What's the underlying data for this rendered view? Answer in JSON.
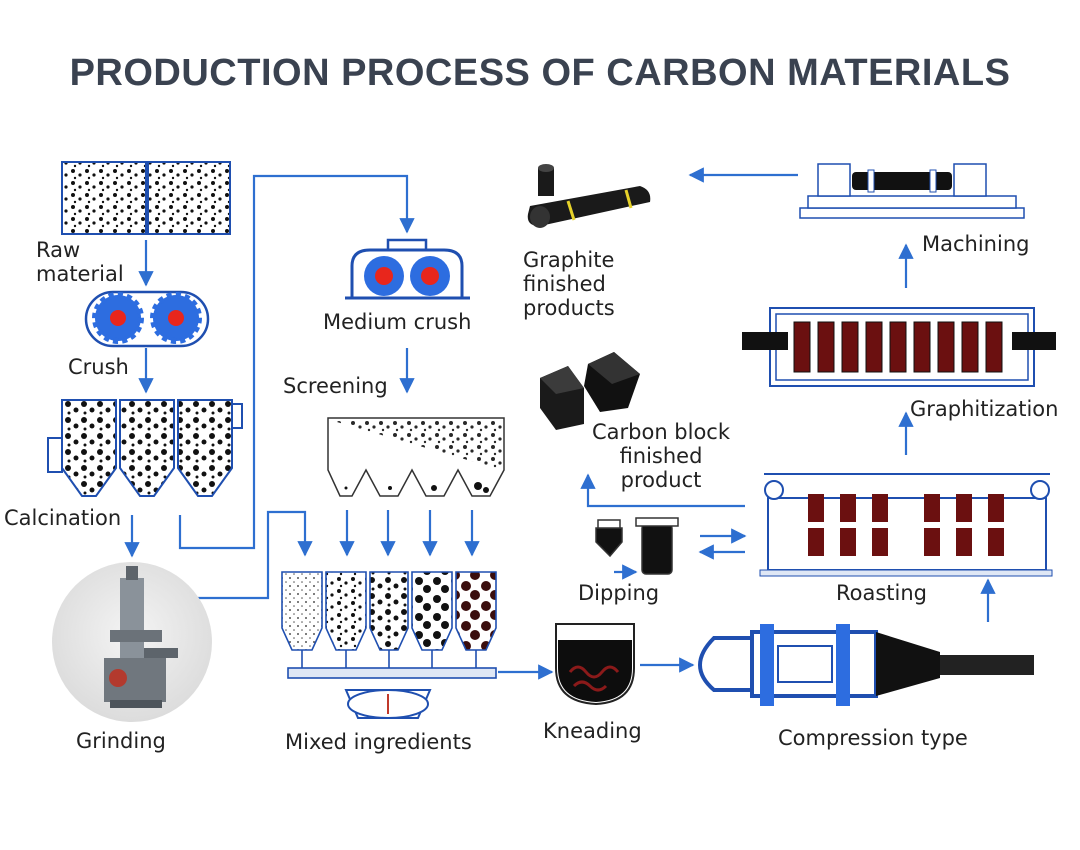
{
  "title": "PRODUCTION PROCESS OF CARBON MATERIALS",
  "colors": {
    "flow_line": "#2e6fd0",
    "equipment_outline": "#1f4fb0",
    "roller_fill": "#e8261c",
    "electrode_fill": "#6b1010",
    "title_color": "#3a4250"
  },
  "steps": {
    "raw_material": "Raw\nmaterial",
    "crush": "Crush",
    "calcination": "Calcination",
    "grinding": "Grinding",
    "medium_crush": "Medium crush",
    "screening": "Screening",
    "mixed_ingredients": "Mixed ingredients",
    "kneading": "Kneading",
    "compression_type": "Compression type",
    "roasting": "Roasting",
    "dipping": "Dipping",
    "carbon_block": "Carbon block\nfinished\nproduct",
    "graphitization": "Graphitization",
    "machining": "Machining",
    "graphite_products": "Graphite\nfinished\nproducts"
  }
}
